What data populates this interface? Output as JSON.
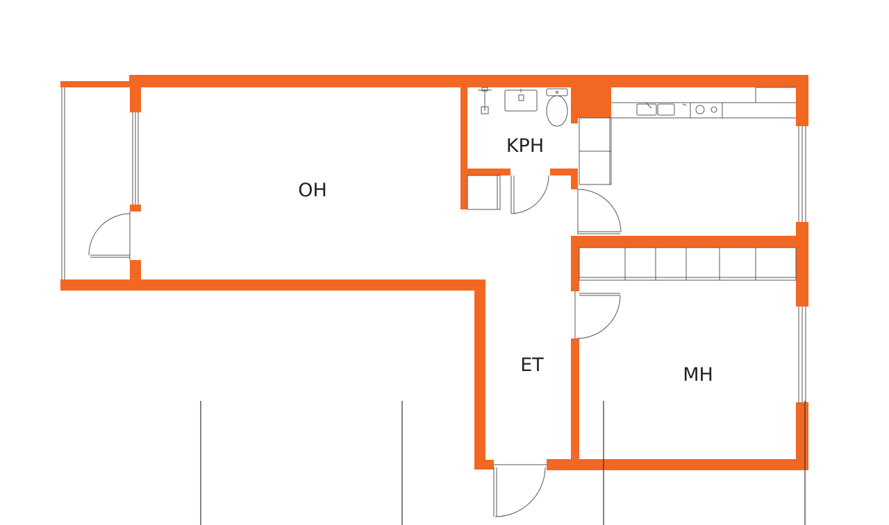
{
  "colors": {
    "wall": "#F26722",
    "line": "#555555",
    "label": "#222222",
    "background": "#ffffff"
  },
  "rooms": {
    "living_room": "OH",
    "bathroom": "KPH",
    "hall": "ET",
    "bedroom": "MH"
  }
}
